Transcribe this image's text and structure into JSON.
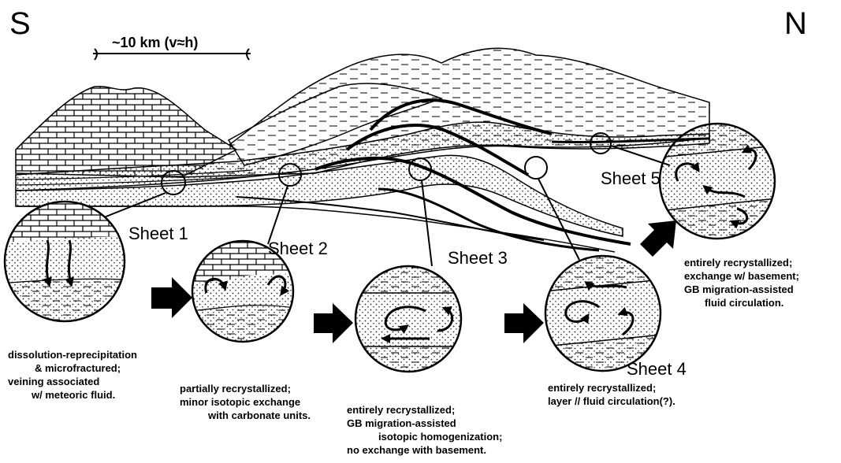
{
  "compass": {
    "south": "S",
    "north": "N"
  },
  "scale_bar": {
    "label": "~10 km (v≈h)"
  },
  "sheets": [
    {
      "label": "Sheet 1",
      "notes": [
        "dissolution-reprecipitation",
        "& microfractured;",
        "veining associated",
        "w/ meteoric fluid."
      ]
    },
    {
      "label": "Sheet 2",
      "notes": [
        "partially recrystallized;",
        "minor isotopic exchange",
        "with carbonate units."
      ]
    },
    {
      "label": "Sheet 3",
      "notes": [
        "entirely recrystallized;",
        "GB migration-assisted",
        "isotopic homogenization;",
        "no exchange with basement."
      ]
    },
    {
      "label": "Sheet 4",
      "notes": [
        "entirely recrystallized;",
        "layer // fluid circulation(?)."
      ]
    },
    {
      "label": "Sheet 5",
      "notes": [
        "entirely recrystallized;",
        "exchange w/ basement;",
        "GB migration-assisted",
        "fluid circulation."
      ]
    }
  ],
  "colors": {
    "ink": "#000000",
    "paper": "#ffffff",
    "stipple": "#222222"
  }
}
